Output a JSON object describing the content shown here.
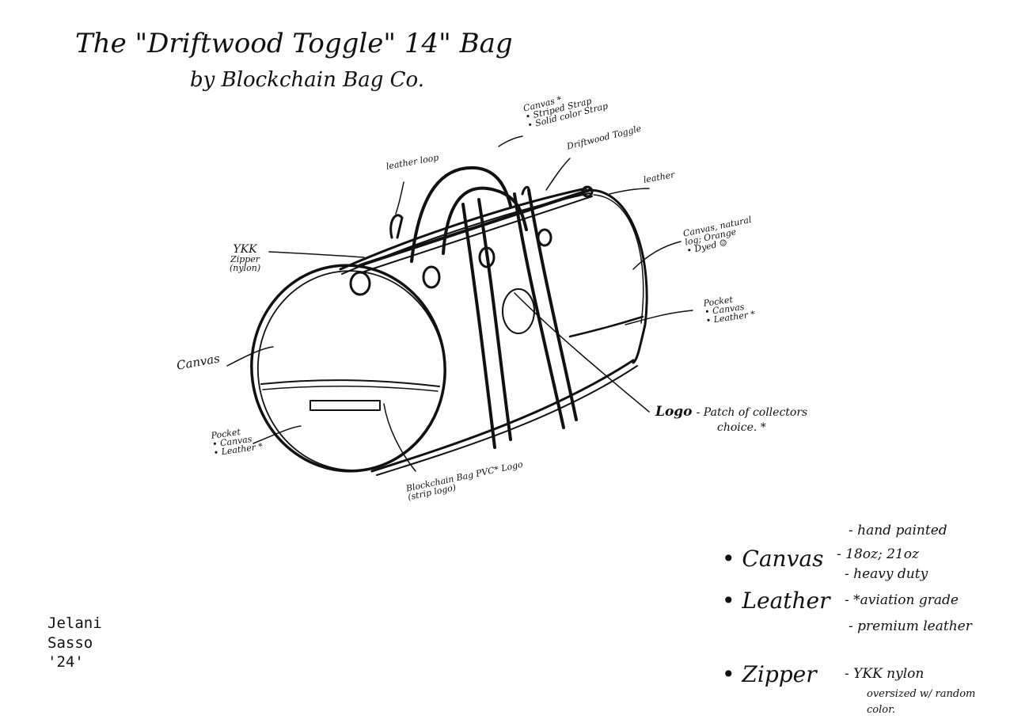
{
  "title": {
    "line1": "The \"Driftwood Toggle\" 14\" Bag",
    "line2": "by Blockchain Bag Co."
  },
  "callouts": {
    "strap": [
      "Canvas *",
      "• Striped Strap",
      "• Solid color Strap"
    ],
    "toggle": "Driftwood Toggle",
    "leather_loop": "leather loop",
    "leather": "leather",
    "ykk": [
      "YKK",
      "Zipper",
      "(nylon)"
    ],
    "canvas_body": [
      "Canvas, natural",
      "log; Orange",
      "• Dyed ☺"
    ],
    "pocket_right": [
      "Pocket",
      "• Canvas",
      "• Leather *"
    ],
    "canvas_end": "Canvas",
    "logo": [
      "Logo",
      "- Patch of collectors",
      "choice. *"
    ],
    "pocket_left": [
      "Pocket",
      "• Canvas",
      "• Leather *"
    ],
    "pvc_logo": [
      "Blockchain Bag PVC* Logo",
      "(strip logo)"
    ]
  },
  "specs": {
    "canvas": {
      "label": "• Canvas",
      "notes": [
        "- hand painted",
        "- 18oz; 21oz",
        "- heavy duty"
      ]
    },
    "leather": {
      "label": "• Leather",
      "notes": [
        "- *aviation grade",
        "- premium leather"
      ]
    },
    "zipper": {
      "label": "• Zipper",
      "notes": [
        "- YKK nylon",
        "oversized w/ random",
        "color."
      ]
    }
  },
  "signature": [
    "Jelani",
    "Sasso",
    "'24'"
  ]
}
